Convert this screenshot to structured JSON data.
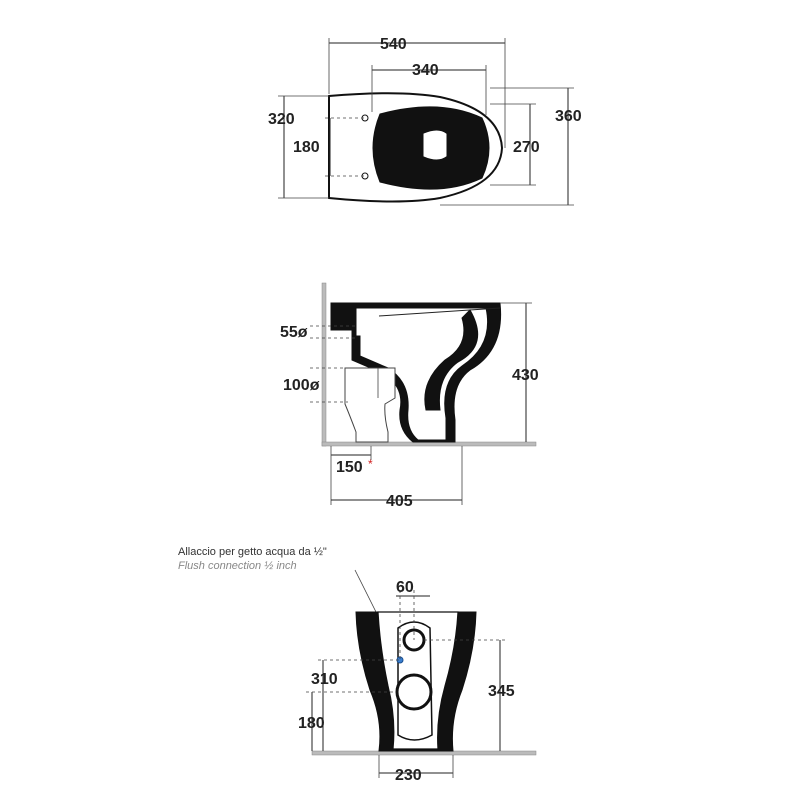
{
  "top_view": {
    "dims": {
      "width_total": "540",
      "width_inner": "340",
      "depth_total": "360",
      "depth_inner": "270",
      "left_outer": "320",
      "left_inner": "180"
    }
  },
  "side_view": {
    "dims": {
      "inlet": "55ø",
      "outlet": "100ø",
      "height": "430",
      "outlet_offset": "150",
      "outlet_mark": "*",
      "depth": "405"
    }
  },
  "rear_view": {
    "note_it": "Allaccio per getto acqua da ½\"",
    "note_en": "Flush connection ½ inch",
    "dims": {
      "inlet_width": "60",
      "inlet_height": "310",
      "outlet_height": "180",
      "total_height": "345",
      "base_width": "230"
    },
    "colors": {
      "connection": "#3a7fd0"
    }
  }
}
